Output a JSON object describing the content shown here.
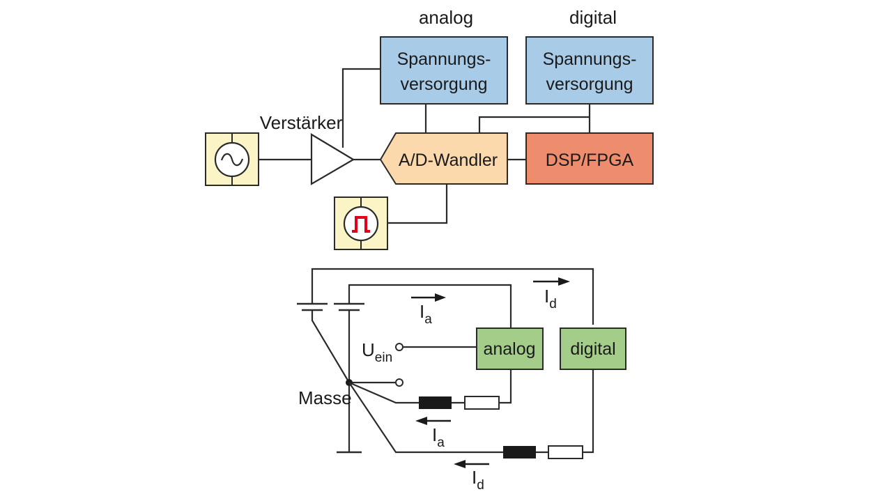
{
  "top": {
    "header_analog": "analog",
    "header_digital": "digital",
    "supply_analog": [
      "Spannungs-",
      "versorgung"
    ],
    "supply_digital": [
      "Spannungs-",
      "versorgung"
    ],
    "amplifier_label": "Verstärker",
    "adc_label": "A/D-Wandler",
    "dsp_label": "DSP/FPGA",
    "icons": {
      "signal_source": "sine-wave-icon",
      "clock_source": "square-pulse-icon"
    }
  },
  "bottom": {
    "analog_box": "analog",
    "digital_box": "digital",
    "input_label": {
      "main": "U",
      "sub": "ein"
    },
    "ground_label": "Masse",
    "current_analog": {
      "main": "I",
      "sub": "a"
    },
    "current_digital": {
      "main": "I",
      "sub": "d"
    }
  },
  "colors": {
    "supply_fill": "#a8cbe8",
    "adc_fill": "#fbd9ac",
    "dsp_fill": "#ee8c6e",
    "source_fill": "#fbf4c6",
    "green_fill": "#a4cd8a",
    "pulse_color": "#e0001a"
  }
}
